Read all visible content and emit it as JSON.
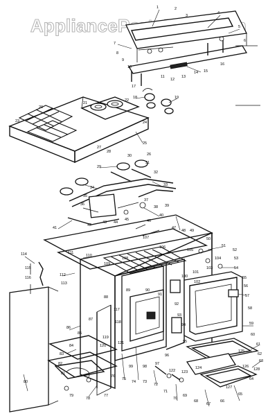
{
  "watermark": {
    "text": "AppliancePartsPros.com"
  },
  "callouts": [
    {
      "id": "c1",
      "label": "1"
    },
    {
      "id": "c2",
      "label": "2"
    },
    {
      "id": "c3",
      "label": "3"
    },
    {
      "id": "c4",
      "label": "4"
    },
    {
      "id": "c5",
      "label": "5"
    },
    {
      "id": "c6",
      "label": "6"
    },
    {
      "id": "c7",
      "label": "7"
    },
    {
      "id": "c8",
      "label": "8"
    },
    {
      "id": "c9",
      "label": "9"
    },
    {
      "id": "c10",
      "label": "10"
    },
    {
      "id": "c11",
      "label": "11"
    },
    {
      "id": "c12",
      "label": "12"
    },
    {
      "id": "c13",
      "label": "13"
    },
    {
      "id": "c14",
      "label": "14"
    },
    {
      "id": "c15",
      "label": "15"
    },
    {
      "id": "c16",
      "label": "16"
    },
    {
      "id": "c17",
      "label": "17"
    },
    {
      "id": "c18",
      "label": "18"
    },
    {
      "id": "c19",
      "label": "19"
    },
    {
      "id": "c20",
      "label": "20"
    },
    {
      "id": "c21",
      "label": "21"
    },
    {
      "id": "c22",
      "label": "22"
    },
    {
      "id": "c23",
      "label": "23"
    },
    {
      "id": "c24",
      "label": "24"
    },
    {
      "id": "c25",
      "label": "25"
    },
    {
      "id": "c26",
      "label": "26"
    },
    {
      "id": "c27",
      "label": "27"
    },
    {
      "id": "c28",
      "label": "28"
    },
    {
      "id": "c29",
      "label": "29"
    },
    {
      "id": "c30",
      "label": "30"
    },
    {
      "id": "c31",
      "label": "31"
    },
    {
      "id": "c32",
      "label": "32"
    },
    {
      "id": "c33",
      "label": "33"
    },
    {
      "id": "c34",
      "label": "34"
    },
    {
      "id": "c35",
      "label": "35"
    },
    {
      "id": "c36",
      "label": "36"
    },
    {
      "id": "c37",
      "label": "37"
    },
    {
      "id": "c38",
      "label": "38"
    },
    {
      "id": "c39",
      "label": "39"
    },
    {
      "id": "c40",
      "label": "40"
    },
    {
      "id": "c41",
      "label": "41"
    },
    {
      "id": "c42",
      "label": "42"
    },
    {
      "id": "c43",
      "label": "43"
    },
    {
      "id": "c44",
      "label": "44"
    },
    {
      "id": "c45",
      "label": "45"
    },
    {
      "id": "c46",
      "label": "46"
    },
    {
      "id": "c47",
      "label": "47"
    },
    {
      "id": "c48",
      "label": "48"
    },
    {
      "id": "c49",
      "label": "49"
    },
    {
      "id": "c50",
      "label": "50"
    },
    {
      "id": "c51",
      "label": "51"
    },
    {
      "id": "c52",
      "label": "52"
    },
    {
      "id": "c53",
      "label": "53"
    },
    {
      "id": "c54",
      "label": "54"
    },
    {
      "id": "c55",
      "label": "55"
    },
    {
      "id": "c56",
      "label": "56"
    },
    {
      "id": "c57",
      "label": "57"
    },
    {
      "id": "c58",
      "label": "58"
    },
    {
      "id": "c59",
      "label": "59"
    },
    {
      "id": "c60",
      "label": "60"
    },
    {
      "id": "c61",
      "label": "61"
    },
    {
      "id": "c62",
      "label": "62"
    },
    {
      "id": "c63",
      "label": "63"
    },
    {
      "id": "c64",
      "label": "64"
    },
    {
      "id": "c65",
      "label": "65"
    },
    {
      "id": "c66",
      "label": "66"
    },
    {
      "id": "c67",
      "label": "67"
    },
    {
      "id": "c68",
      "label": "68"
    },
    {
      "id": "c69",
      "label": "69"
    },
    {
      "id": "c70",
      "label": "70"
    },
    {
      "id": "c71",
      "label": "71"
    },
    {
      "id": "c72",
      "label": "72"
    },
    {
      "id": "c73",
      "label": "73"
    },
    {
      "id": "c74",
      "label": "74"
    },
    {
      "id": "c75",
      "label": "75"
    },
    {
      "id": "c76",
      "label": "76"
    },
    {
      "id": "c77",
      "label": "77"
    },
    {
      "id": "c78",
      "label": "78"
    },
    {
      "id": "c79",
      "label": "79"
    },
    {
      "id": "c80",
      "label": "80"
    },
    {
      "id": "c81",
      "label": "81"
    },
    {
      "id": "c82",
      "label": "82"
    },
    {
      "id": "c83",
      "label": "83"
    },
    {
      "id": "c84",
      "label": "84"
    },
    {
      "id": "c85",
      "label": "85"
    },
    {
      "id": "c86",
      "label": "86"
    },
    {
      "id": "c87",
      "label": "87"
    },
    {
      "id": "c88",
      "label": "88"
    },
    {
      "id": "c89",
      "label": "89"
    },
    {
      "id": "c90",
      "label": "90"
    },
    {
      "id": "c91",
      "label": "91"
    },
    {
      "id": "c92",
      "label": "92"
    },
    {
      "id": "c93",
      "label": "93"
    },
    {
      "id": "c94",
      "label": "94"
    },
    {
      "id": "c95",
      "label": "95"
    },
    {
      "id": "c96",
      "label": "96"
    },
    {
      "id": "c97",
      "label": "97"
    },
    {
      "id": "c98",
      "label": "98"
    },
    {
      "id": "c99",
      "label": "99"
    },
    {
      "id": "c100",
      "label": "100"
    },
    {
      "id": "c101",
      "label": "101"
    },
    {
      "id": "c102",
      "label": "102"
    },
    {
      "id": "c103",
      "label": "103"
    },
    {
      "id": "c104",
      "label": "104"
    },
    {
      "id": "c105",
      "label": "105"
    },
    {
      "id": "c106",
      "label": "106"
    },
    {
      "id": "c107",
      "label": "107"
    },
    {
      "id": "c108",
      "label": "108"
    },
    {
      "id": "c109",
      "label": "109"
    },
    {
      "id": "c110",
      "label": "110"
    },
    {
      "id": "c111",
      "label": "111"
    },
    {
      "id": "c112",
      "label": "112"
    },
    {
      "id": "c113",
      "label": "113"
    },
    {
      "id": "c114",
      "label": "114"
    },
    {
      "id": "c115",
      "label": "115"
    },
    {
      "id": "c116",
      "label": "116"
    },
    {
      "id": "c117",
      "label": "117"
    },
    {
      "id": "c118",
      "label": "118"
    },
    {
      "id": "c119",
      "label": "119"
    },
    {
      "id": "c120",
      "label": "120"
    },
    {
      "id": "c121",
      "label": "121"
    },
    {
      "id": "c122",
      "label": "122"
    },
    {
      "id": "c123",
      "label": "123"
    },
    {
      "id": "c124",
      "label": "124"
    },
    {
      "id": "c125",
      "label": "125"
    },
    {
      "id": "c126",
      "label": "126"
    },
    {
      "id": "c127",
      "label": "127"
    },
    {
      "id": "c128",
      "label": "128"
    }
  ]
}
